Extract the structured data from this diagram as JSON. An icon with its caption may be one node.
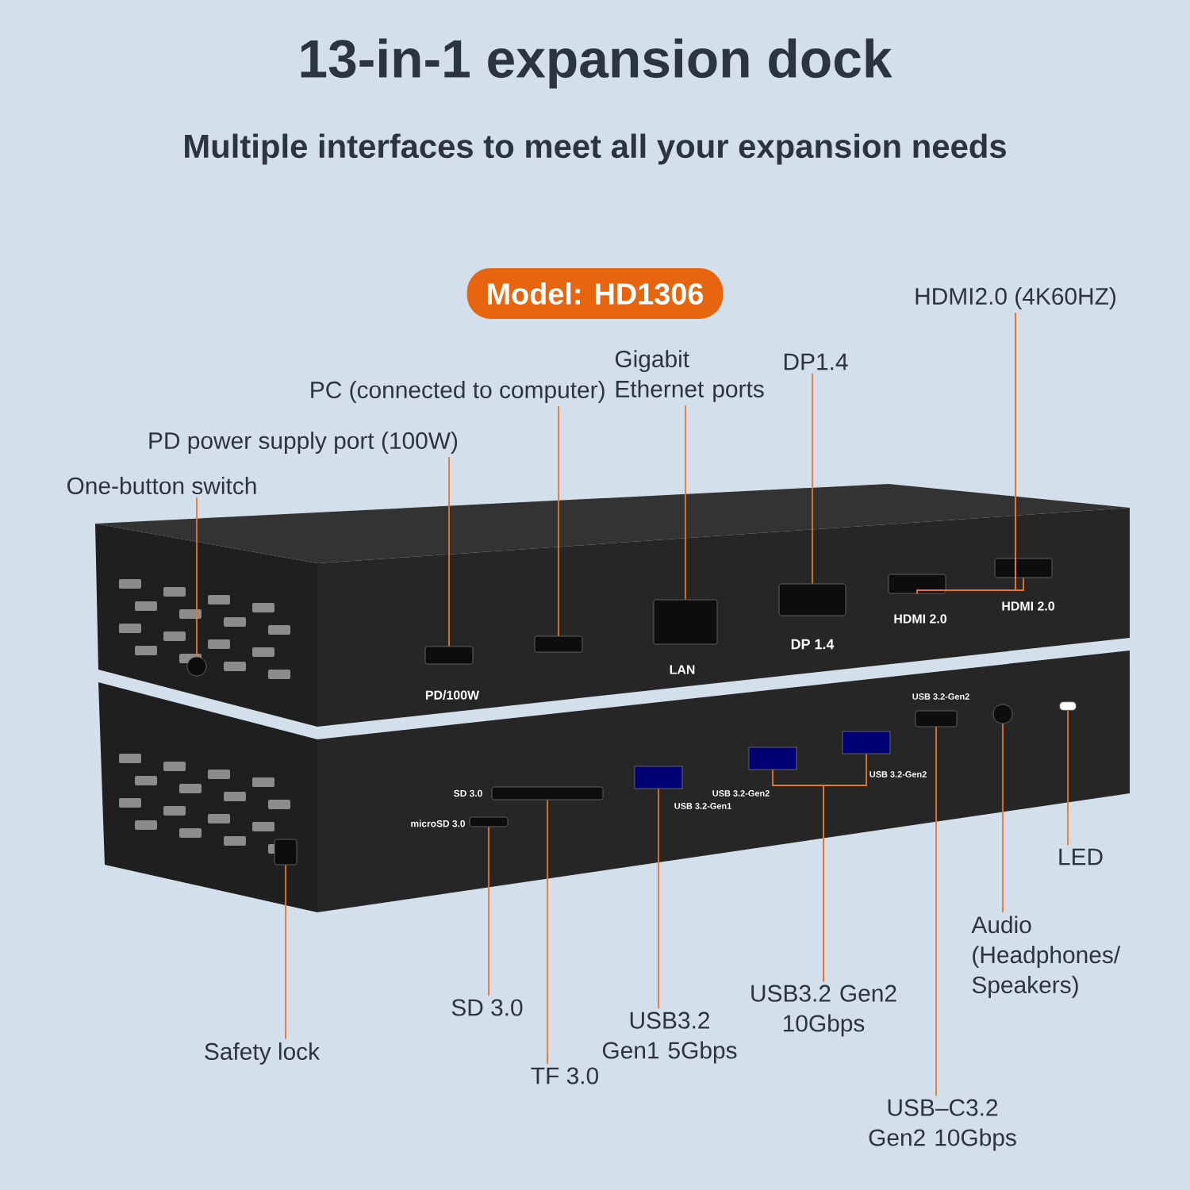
{
  "diagram": {
    "title": "13-in-1 expansion dock",
    "nodes": [
      {
        "text": [
          "Model: HD1306"
        ]
      },
      {
        "text": [
          "HDMI2.0 (4K60HZ)"
        ]
      },
      {
        "text": [
          "Gigabit Ethernet ports"
        ]
      },
      {
        "text": [
          "DP1.4"
        ]
      },
      {
        "text": [
          "PC (connected to computer)"
        ]
      },
      {
        "text": [
          "PD power supply port (100W)"
        ]
      },
      {
        "text": [
          "One-button switch"
        ]
      },
      {
        "text": [
          "LED"
        ]
      },
      {
        "text": [
          "Audio (Headphones/ Speakers)"
        ]
      },
      {
        "text": [
          "SD 3.0"
        ]
      },
      {
        "text": [
          "USB3.2 Gen2 10Gbps"
        ]
      },
      {
        "text": [
          "USB3.2 Gen1 5Gbps"
        ]
      },
      {
        "text": [
          "TF 3.0"
        ]
      },
      {
        "text": [
          "Safety lock"
        ]
      },
      {
        "text": [
          "USB–C3.2 Gen2 10Gbps"
        ]
      },
      {
        "text": [],
        "shape": "circle"
      },
      {
        "text": [],
        "shape": "box"
      },
      {
        "text": [],
        "shape": "box",
        "beside": [
          "PD/100W"
        ]
      },
      {
        "text": [],
        "shape": "box",
        "beside": [
          "microSD 3.0"
        ]
      },
      {
        "text": [],
        "shape": "box",
        "beside": [
          "SD 3.0"
        ]
      },
      {
        "text": [],
        "shape": "box"
      },
      {
        "text": [],
        "shape": "box",
        "beside": [
          "USB 3.2-Gen1"
        ]
      },
      {
        "text": [],
        "shape": "box",
        "beside": [
          "LAN"
        ]
      },
      {
        "text": [],
        "shape": "box",
        "beside": [
          "USB 3.2-Gen2"
        ]
      },
      {
        "text": [],
        "shape": "box",
        "beside": [
          "DP 1.4"
        ]
      },
      {
        "text": [],
        "shape": "box",
        "beside": [
          "USB 3.2-Gen2"
        ]
      },
      {
        "text": [],
        "shape": "box",
        "beside": [
          "HDMI 2.0"
        ]
      },
      {
        "text": [],
        "shape": "box",
        "beside": [
          "USB 3.2-Gen2"
        ]
      },
      {
        "text": [],
        "shape": "circle"
      },
      {
        "text": [],
        "shape": "box",
        "beside": [
          "HDMI 2.0"
        ]
      },
      {
        "text": [],
        "shape": "box"
      }
    ],
    "edges": [
      {
        "from": 6,
        "to": 15,
        "arrow": "none"
      },
      {
        "from": 13,
        "to": 16,
        "arrow": "none"
      },
      {
        "from": 5,
        "to": 17,
        "arrow": "none"
      },
      {
        "from": 9,
        "to": 18,
        "arrow": "none"
      },
      {
        "from": 12,
        "to": 19,
        "arrow": "none"
      },
      {
        "from": 4,
        "to": 20,
        "arrow": "none"
      },
      {
        "from": 11,
        "to": 21,
        "arrow": "none"
      },
      {
        "from": 2,
        "to": 22,
        "arrow": "none"
      },
      {
        "from": 10,
        "to": 23,
        "arrow": "none"
      },
      {
        "from": 3,
        "to": 24,
        "arrow": "none"
      },
      {
        "from": 10,
        "to": 25,
        "arrow": "none"
      },
      {
        "from": 1,
        "to": 26,
        "arrow": "none"
      },
      {
        "from": 14,
        "to": 27,
        "arrow": "none"
      },
      {
        "from": 8,
        "to": 28,
        "arrow": "none"
      },
      {
        "from": 1,
        "to": 29,
        "arrow": "none"
      },
      {
        "from": 7,
        "to": 30,
        "arrow": "none"
      }
    ],
    "labels": [
      "Multiple interfaces to meet all your expansion needs"
    ]
  }
}
